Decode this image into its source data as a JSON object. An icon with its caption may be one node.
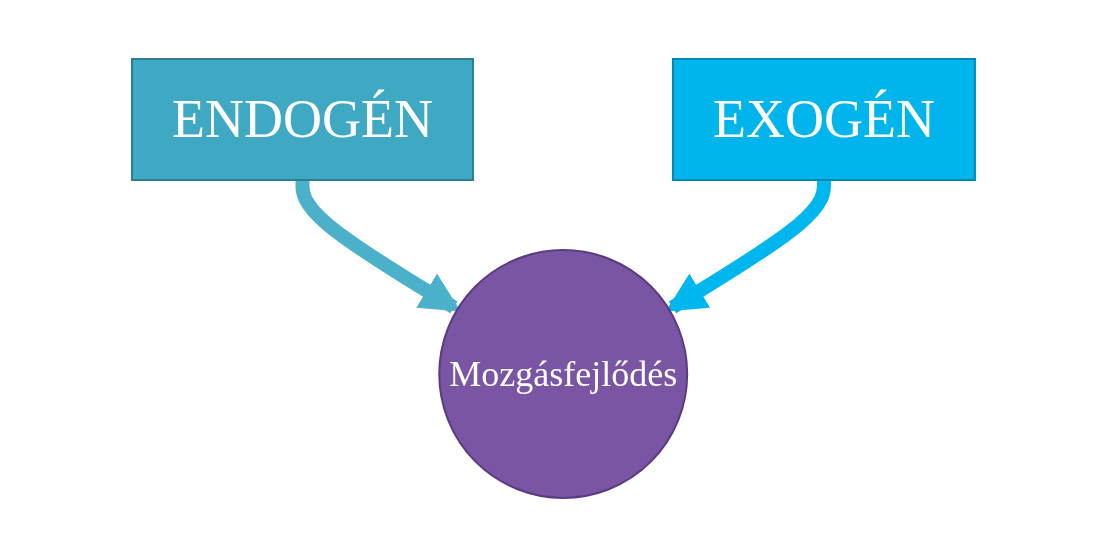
{
  "diagram": {
    "nodes": [
      {
        "text": [
          "ENDOGÉN"
        ]
      },
      {
        "text": [
          "EXOGÉN"
        ]
      },
      {
        "text": [
          "Mozgásfejlődés"
        ]
      }
    ],
    "edges": [
      {
        "from": 0,
        "to": 2,
        "arrow": "to",
        "color": "#4bb0c9"
      },
      {
        "from": 1,
        "to": 2,
        "arrow": "to",
        "color": "#00b6ee"
      }
    ]
  }
}
